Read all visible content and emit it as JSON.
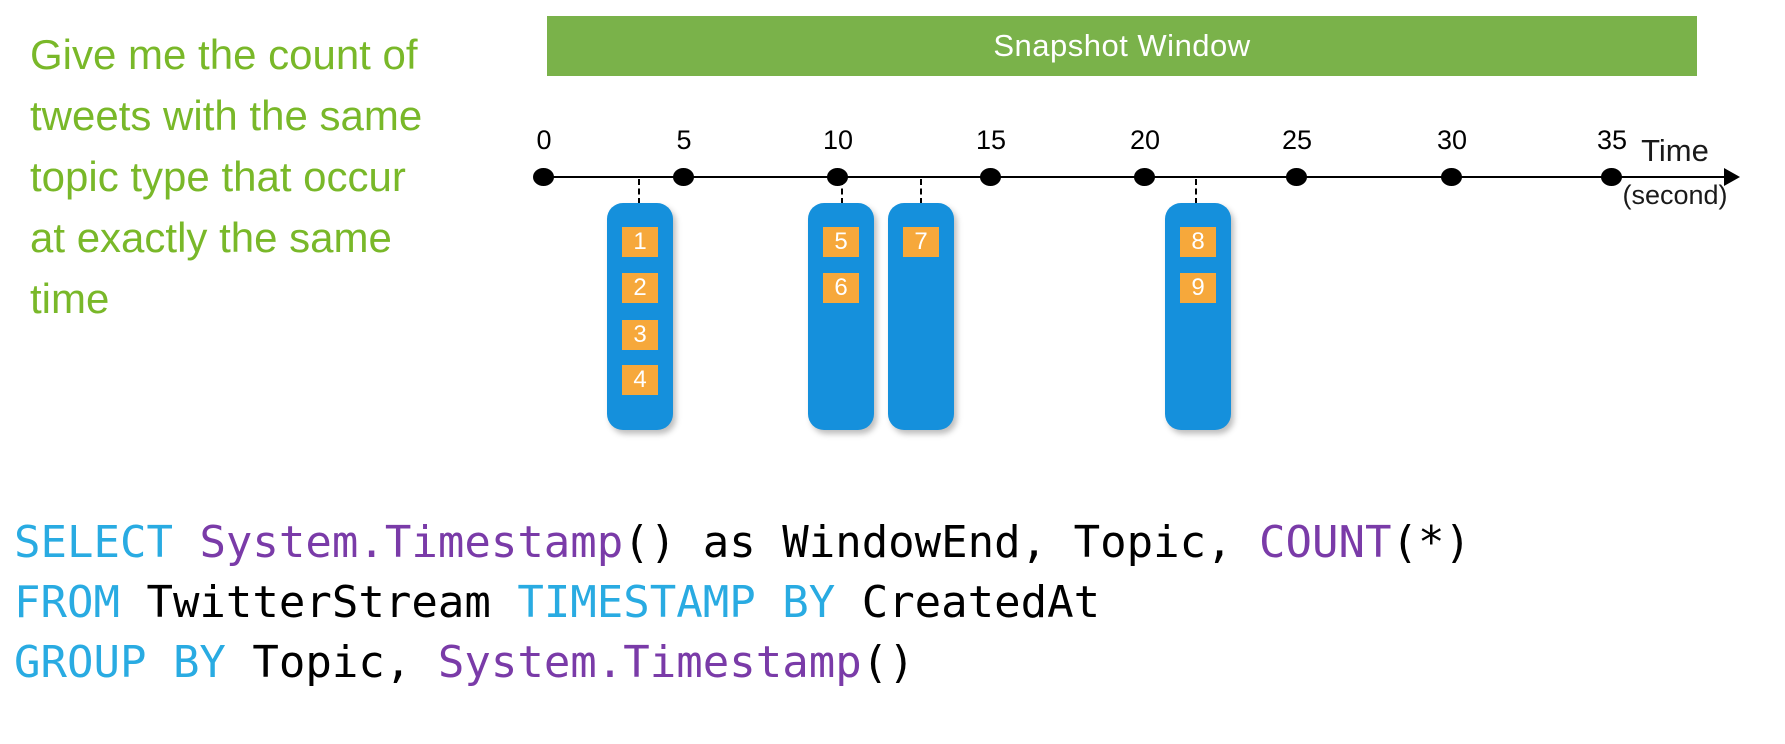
{
  "query_description": {
    "lines": [
      "Give me the count of",
      "tweets with the same",
      "topic type that occur",
      "at exactly the same",
      "time"
    ]
  },
  "banner": {
    "label": "Snapshot Window"
  },
  "timeline": {
    "ticks": [
      "0",
      "5",
      "10",
      "15",
      "20",
      "25",
      "30",
      "35"
    ],
    "axis_label": {
      "line1": "Time",
      "line2": "(second)"
    },
    "event_groups": [
      {
        "events": [
          "1",
          "2",
          "3",
          "4"
        ]
      },
      {
        "events": [
          "5",
          "6"
        ]
      },
      {
        "events": [
          "7"
        ]
      },
      {
        "events": [
          "8",
          "9"
        ]
      }
    ]
  },
  "code": {
    "lines": [
      {
        "segments": [
          {
            "t": "SELECT ",
            "role": "keyword"
          },
          {
            "t": "System.Timestamp",
            "role": "function"
          },
          {
            "t": "() as WindowEnd, Topic, ",
            "role": "plain"
          },
          {
            "t": "COUNT",
            "role": "function"
          },
          {
            "t": "(*)",
            "role": "plain"
          }
        ]
      },
      {
        "segments": [
          {
            "t": "FROM ",
            "role": "keyword"
          },
          {
            "t": "TwitterStream ",
            "role": "plain"
          },
          {
            "t": "TIMESTAMP BY ",
            "role": "keyword"
          },
          {
            "t": "CreatedAt",
            "role": "plain"
          }
        ]
      },
      {
        "segments": [
          {
            "t": "GROUP BY ",
            "role": "keyword"
          },
          {
            "t": "Topic, ",
            "role": "plain"
          },
          {
            "t": "System.Timestamp",
            "role": "function"
          },
          {
            "t": "()",
            "role": "plain"
          }
        ]
      }
    ]
  },
  "colors": {
    "banner_green": "#7AB24A",
    "description_green": "#79B829",
    "event_box_blue": "#1590DC",
    "event_square_orange": "#F6A83B",
    "code_keyword_cyan": "#29ABE2",
    "code_function_purple": "#7A3BA8",
    "code_plain_black": "#000000"
  }
}
